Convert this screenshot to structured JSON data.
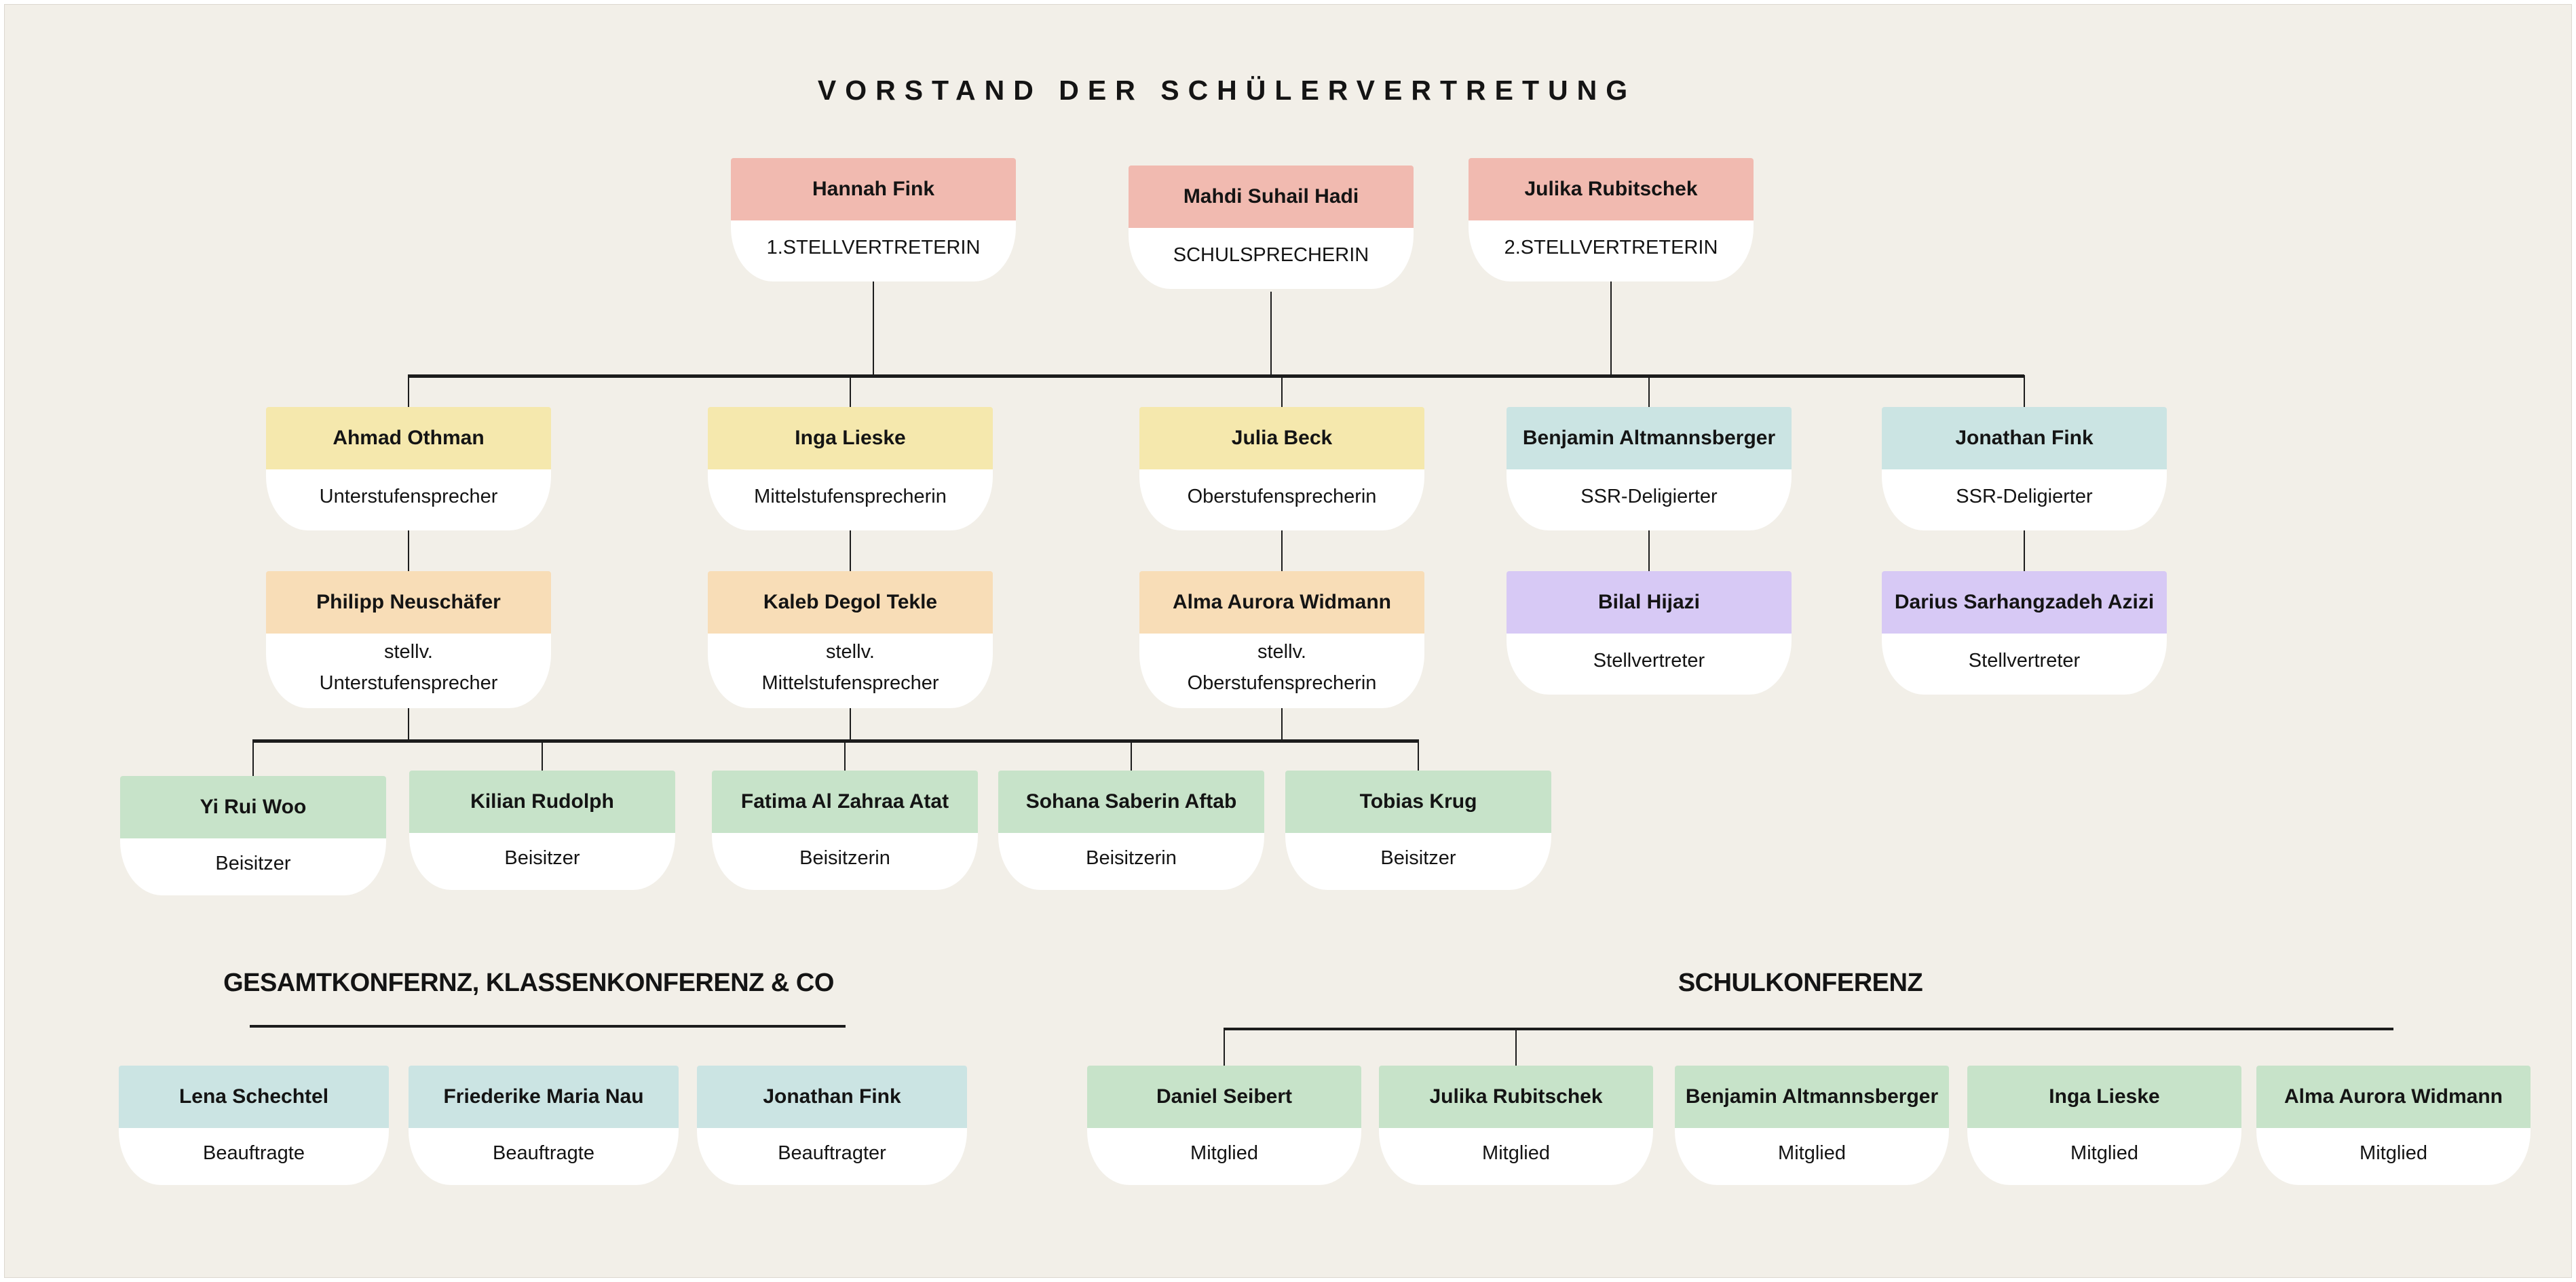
{
  "title": "VORSTAND DER SCHÜLERVERTRETUNG",
  "rows": {
    "r1": [
      {
        "name": "Hannah Fink",
        "role": "1.STELLVERTRETERIN"
      },
      {
        "name": "Mahdi Suhail Hadi",
        "role": "SCHULSPRECHERIN"
      },
      {
        "name": "Julika Rubitschek",
        "role": "2.STELLVERTRETERIN"
      }
    ],
    "r2": [
      {
        "name": "Ahmad Othman",
        "role": "Unterstufensprecher"
      },
      {
        "name": "Inga Lieske",
        "role": "Mittelstufensprecherin"
      },
      {
        "name": "Julia Beck",
        "role": "Oberstufensprecherin"
      },
      {
        "name": "Benjamin Altmannsberger",
        "role": "SSR-Deligierter"
      },
      {
        "name": "Jonathan Fink",
        "role": "SSR-Deligierter"
      }
    ],
    "r3": [
      {
        "name": "Philipp Neuschäfer",
        "role": "stellv.\nUnterstufensprecher"
      },
      {
        "name": "Kaleb Degol Tekle",
        "role": "stellv.\nMittelstufensprecher"
      },
      {
        "name": "Alma Aurora Widmann",
        "role": "stellv.\nOberstufensprecherin"
      },
      {
        "name": "Bilal Hijazi",
        "role": "Stellvertreter"
      },
      {
        "name": "Darius Sarhangzadeh Azizi",
        "role": "Stellvertreter"
      }
    ],
    "r4": [
      {
        "name": "Yi Rui Woo",
        "role": "Beisitzer"
      },
      {
        "name": "Kilian Rudolph",
        "role": "Beisitzer"
      },
      {
        "name": "Fatima Al Zahraa Atat",
        "role": "Beisitzerin"
      },
      {
        "name": "Sohana Saberin Aftab",
        "role": "Beisitzerin"
      },
      {
        "name": "Tobias Krug",
        "role": "Beisitzer"
      }
    ]
  },
  "sections": {
    "left": {
      "heading": "GESAMTKONFERNZ, KLASSENKONFERENZ & CO",
      "cards": [
        {
          "name": "Lena Schechtel",
          "role": "Beauftragte"
        },
        {
          "name": "Friederike Maria Nau",
          "role": "Beauftragte"
        },
        {
          "name": "Jonathan Fink",
          "role": "Beauftragter"
        }
      ]
    },
    "right": {
      "heading": "SCHULKONFERENZ",
      "cards": [
        {
          "name": "Daniel Seibert",
          "role": "Mitglied"
        },
        {
          "name": "Julika Rubitschek",
          "role": "Mitglied"
        },
        {
          "name": "Benjamin Altmannsberger",
          "role": "Mitglied"
        },
        {
          "name": "Inga Lieske",
          "role": "Mitglied"
        },
        {
          "name": "Alma Aurora Widmann",
          "role": "Mitglied"
        }
      ]
    }
  },
  "colors": {
    "background": "#f2efe8",
    "card_body": "#ffffff",
    "card_pink": "#f1bab0",
    "card_yellow": "#f5e8ad",
    "card_teal": "#cbe4e3",
    "card_orange": "#f8ddb7",
    "card_purple": "#d7c9f5",
    "card_green": "#c7e3c9",
    "connector": "#1c1c1c",
    "text": "#141414"
  }
}
